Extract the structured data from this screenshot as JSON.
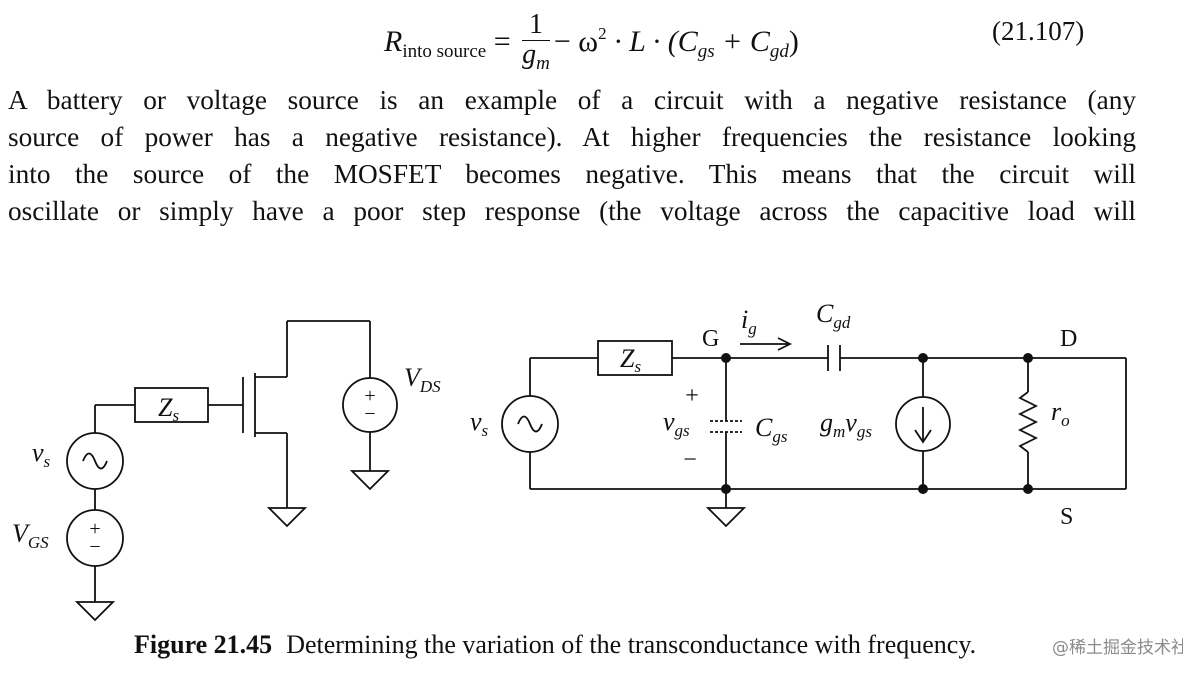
{
  "equation": {
    "lhs_symbol": "R",
    "lhs_subscript": "into source",
    "equals": "=",
    "numerator": "1",
    "denominator_main": "g",
    "denominator_sub": "m",
    "minus_omega": "− ω",
    "omega_power": "2",
    "middle": "· L · (C",
    "cgs_sub": "gs",
    "plus_c": " + C",
    "cgd_sub": "gd",
    "close_paren": ")",
    "number": "(21.107)"
  },
  "paragraph_lines": [
    "A battery or voltage source is an example of a circuit with a negative resistance (any",
    "source of power has a negative resistance). At higher frequencies the resistance looking",
    "into the source of the MOSFET becomes negative. This means that the circuit will",
    "oscillate or simply have a poor step response (the voltage across the capacitive load will"
  ],
  "figure": {
    "left_circuit": {
      "vs_main": "v",
      "vs_sub": "s",
      "zs_main": "Z",
      "zs_sub": "s",
      "vds_main": "V",
      "vds_sub": "DS",
      "vgs_main": "V",
      "vgs_sub": "GS",
      "plus_sign": "+",
      "minus_sign": "−",
      "ac_symbol": "~"
    },
    "small_signal": {
      "vs_main": "v",
      "vs_sub": "s",
      "zs_main": "Z",
      "zs_sub": "s",
      "node_g": "G",
      "node_d": "D",
      "node_s": "S",
      "ig_main": "i",
      "ig_sub": "g",
      "cgd_main": "C",
      "cgd_sub": "gd",
      "cgs_main": "C",
      "cgs_sub": "gs",
      "vgs_main": "v",
      "vgs_sub": "gs",
      "gm_main": "g",
      "gm_sub": "m",
      "gm_v": "v",
      "gm_v_sub": "gs",
      "ro_main": "r",
      "ro_sub": "o",
      "plus_sign": "+",
      "minus_sign": "−"
    }
  },
  "caption": {
    "label": "Figure 21.45",
    "text": "Determining the variation of the transconductance with frequency."
  },
  "watermark": "@稀土掘金技术社区"
}
